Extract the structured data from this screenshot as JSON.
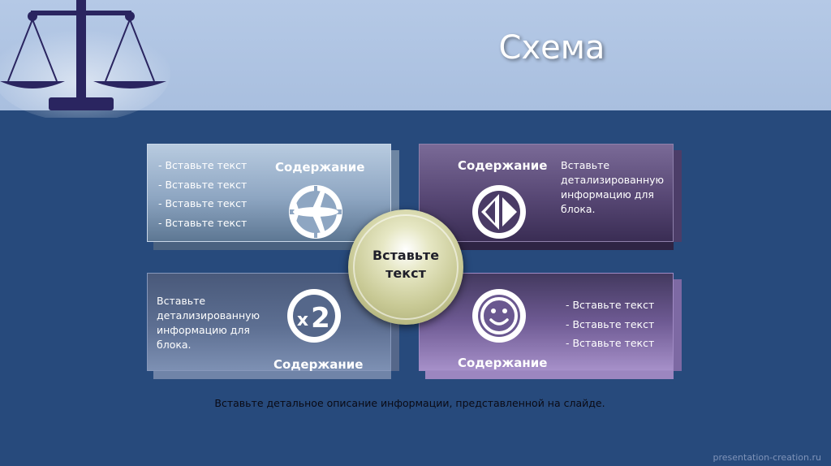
{
  "title": "Схема",
  "blocks": {
    "top_left": {
      "heading": "Содержание",
      "items": [
        "- Вставьте текст",
        "- Вставьте текст",
        "- Вставьте текст",
        "- Вставьте текст"
      ],
      "icon": "airplane-icon"
    },
    "top_right": {
      "heading": "Содержание",
      "lines": [
        "Вставьте",
        "детализированную",
        "информацию для",
        "блока."
      ],
      "icon": "double-arrow-icon"
    },
    "bottom_left": {
      "heading": "Содержание",
      "lines": [
        "Вставьте",
        "детализированную",
        "информацию для",
        "блока."
      ],
      "icon": "x2-icon",
      "icon_text": {
        "x": "x",
        "n": "2"
      }
    },
    "bottom_right": {
      "heading": "Содержание",
      "items": [
        "- Вставьте текст",
        "- Вставьте текст",
        "- Вставьте текст"
      ],
      "icon": "smiley-icon"
    }
  },
  "center": {
    "line1": "Вставьте",
    "line2": "текст"
  },
  "description": "Вставьте детальное описание информации, представленной на слайде.",
  "footer": "presentation-creation.ru",
  "colors": {
    "background": "#274a7c",
    "top_band": "#b5c9e6",
    "logo": "#2a2560"
  }
}
